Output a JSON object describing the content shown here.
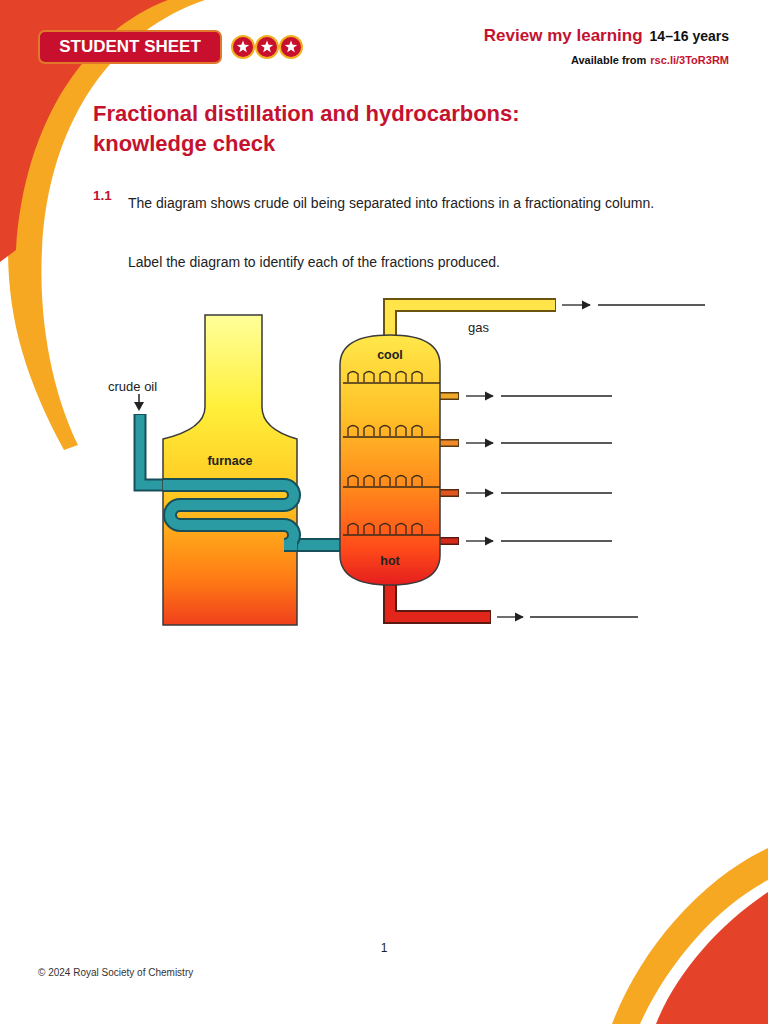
{
  "diagram": {
    "title": "Fractional distillation and hydrocarbons: knowledge check",
    "nodes": [
      {
        "text": [
          "STUDENT SHEET"
        ]
      },
      {
        "text": [
          "furnace"
        ]
      },
      {
        "text": [
          "cool",
          "hot"
        ]
      }
    ],
    "edges": [
      {
        "from": 1,
        "to": 2,
        "arrow": "none"
      }
    ],
    "labels": [
      "Review my learning",
      "14–16 years",
      "Available from",
      "rsc.li/3ToR3RM",
      "1.1",
      "The diagram shows crude oil being separated into fractions in a fractionating column.",
      "Label the diagram to identify each of the fractions produced.",
      "crude oil",
      "gas",
      "1",
      "© 2024 Royal Society of Chemistry"
    ]
  }
}
